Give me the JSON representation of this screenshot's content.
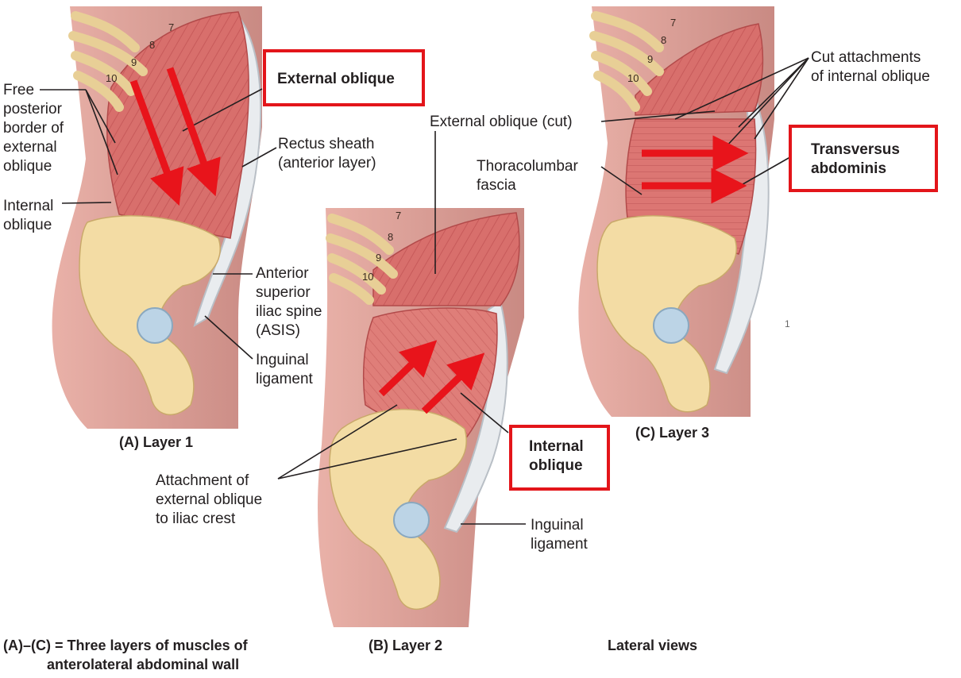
{
  "colors": {
    "muscle": "#d9706e",
    "bone": "#f3dca4",
    "skin": "#e8a9a1",
    "highlight": "#e3151a",
    "arrow": "#e8141b"
  },
  "panels": {
    "A": {
      "caption": "(A) Layer 1",
      "rib_numbers": [
        "7",
        "8",
        "9",
        "10"
      ],
      "labels": {
        "free_border": "Free\nposterior\nborder of\nexternal\noblique",
        "internal_oblique": "Internal\noblique",
        "external_oblique": "External oblique",
        "rectus_sheath": "Rectus sheath\n(anterior layer)",
        "asis": "Anterior\nsuperior\niliac spine\n(ASIS)",
        "inguinal_ligament": "Inguinal\nligament"
      }
    },
    "B": {
      "caption": "(B) Layer 2",
      "rib_numbers": [
        "7",
        "8",
        "9",
        "10"
      ],
      "labels": {
        "external_oblique_cut": "External oblique (cut)",
        "internal_oblique": "Internal\noblique",
        "attachment": "Attachment of\nexternal oblique\nto iliac crest",
        "inguinal_ligament": "Inguinal\nligament"
      }
    },
    "C": {
      "caption": "(C) Layer 3",
      "rib_numbers": [
        "7",
        "8",
        "9",
        "10"
      ],
      "labels": {
        "cut_attachments": "Cut attachments\nof internal oblique",
        "thoracolumbar": "Thoracolumbar\nfascia",
        "transversus": "Transversus\nabdominis"
      }
    }
  },
  "footer": {
    "title": "(A)–(C) = Three layers of muscles of\n           anterolateral abdominal wall",
    "views": "Lateral views",
    "stray_mark": "1"
  }
}
